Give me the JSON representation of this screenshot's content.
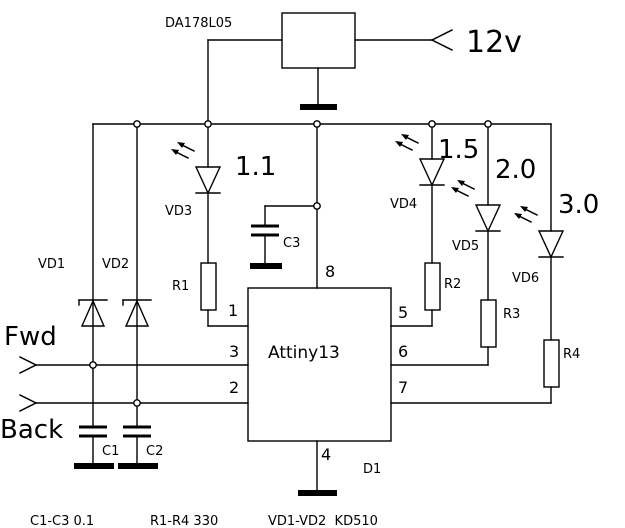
{
  "labels": {
    "regulator": "DA178L05",
    "supply": "12v",
    "chip": "Attiny13",
    "chip_ref": "D1",
    "fwd": "Fwd",
    "back": "Back",
    "vd1": "VD1",
    "vd2": "VD2",
    "vd3": "VD3",
    "vd4": "VD4",
    "vd5": "VD5",
    "vd6": "VD6",
    "c1": "C1",
    "c2": "C2",
    "c3": "C3",
    "r1": "R1",
    "r2": "R2",
    "r3": "R3",
    "r4": "R4",
    "lvl_vd3": "1.1",
    "lvl_vd4": "1.5",
    "lvl_vd5": "2.0",
    "lvl_vd6": "3.0",
    "pin1": "1",
    "pin2": "2",
    "pin3": "3",
    "pin4": "4",
    "pin5": "5",
    "pin6": "6",
    "pin7": "7",
    "pin8": "8"
  },
  "footnotes": {
    "caps": "C1-C3 0.1",
    "resistors": "R1-R4 330",
    "diodes": "VD1-VD2  KD510"
  }
}
